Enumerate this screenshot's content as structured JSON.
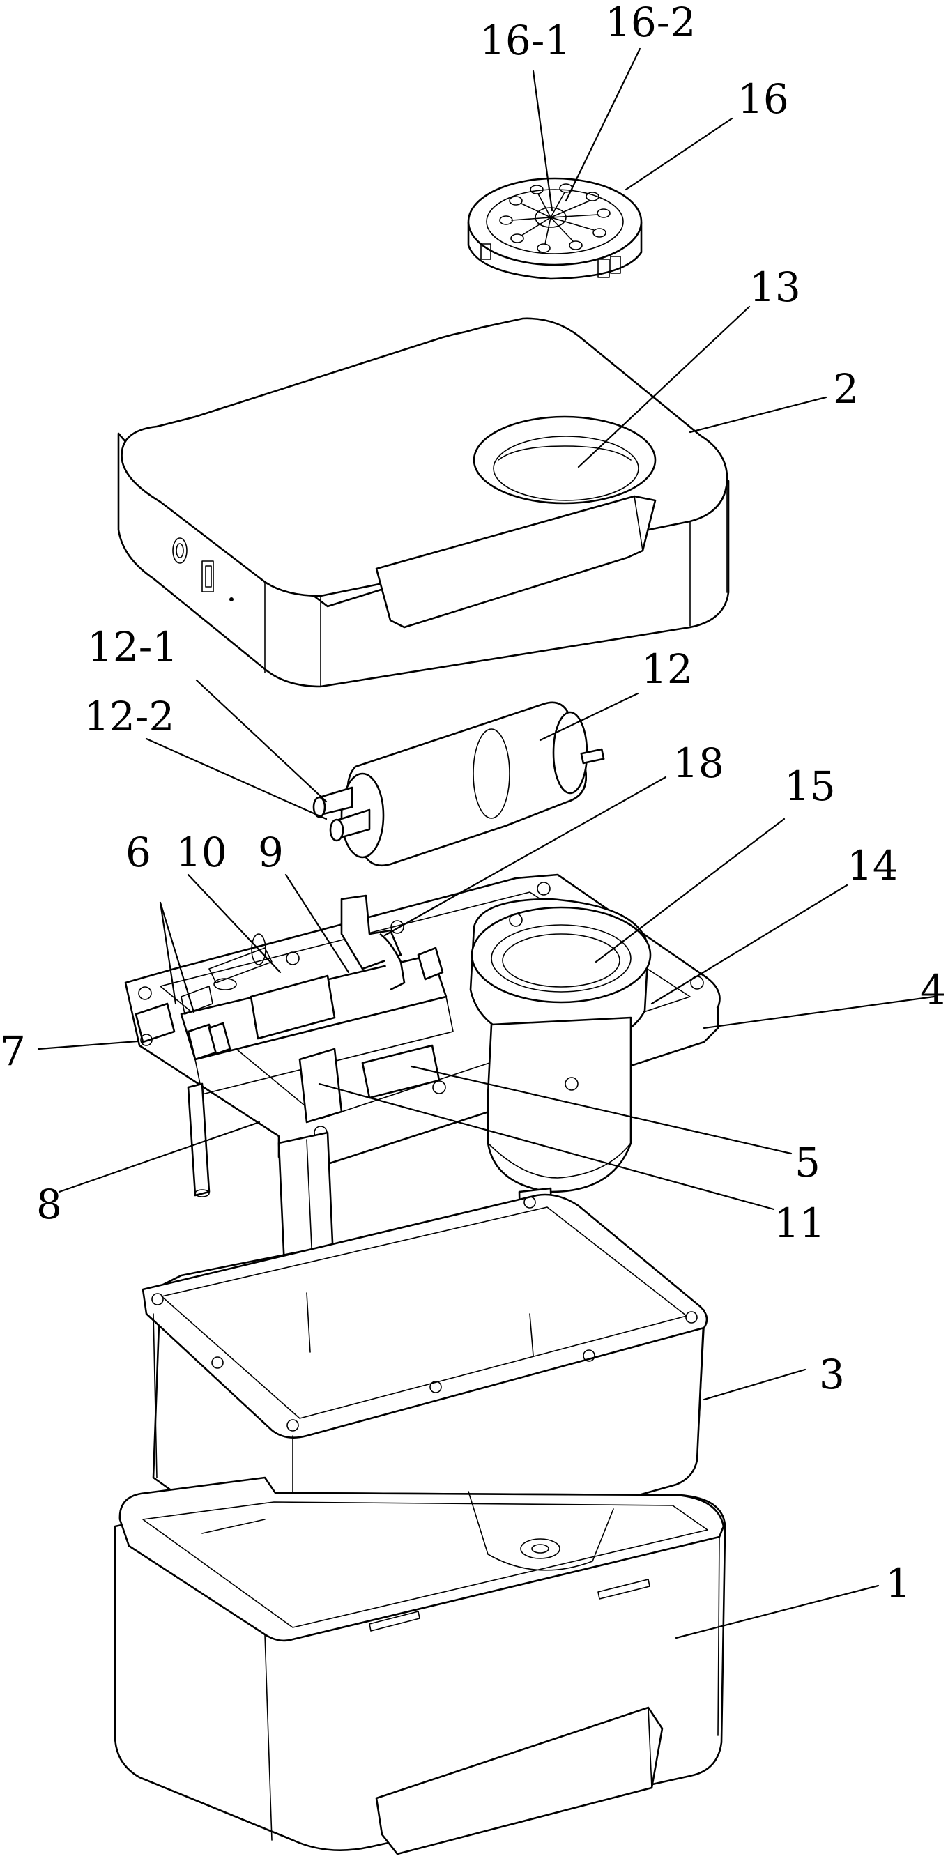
{
  "labels": {
    "l16_1": "16-1",
    "l16_2": "16-2",
    "l16": "16",
    "l13": "13",
    "l2": "2",
    "l12_1": "12-1",
    "l12": "12",
    "l12_2": "12-2",
    "l18": "18",
    "l15": "15",
    "l6": "6",
    "l10": "10",
    "l9": "9",
    "l14": "14",
    "l4": "4",
    "l7": "7",
    "l5": "5",
    "l8": "8",
    "l11": "11",
    "l3": "3",
    "l1": "1"
  }
}
